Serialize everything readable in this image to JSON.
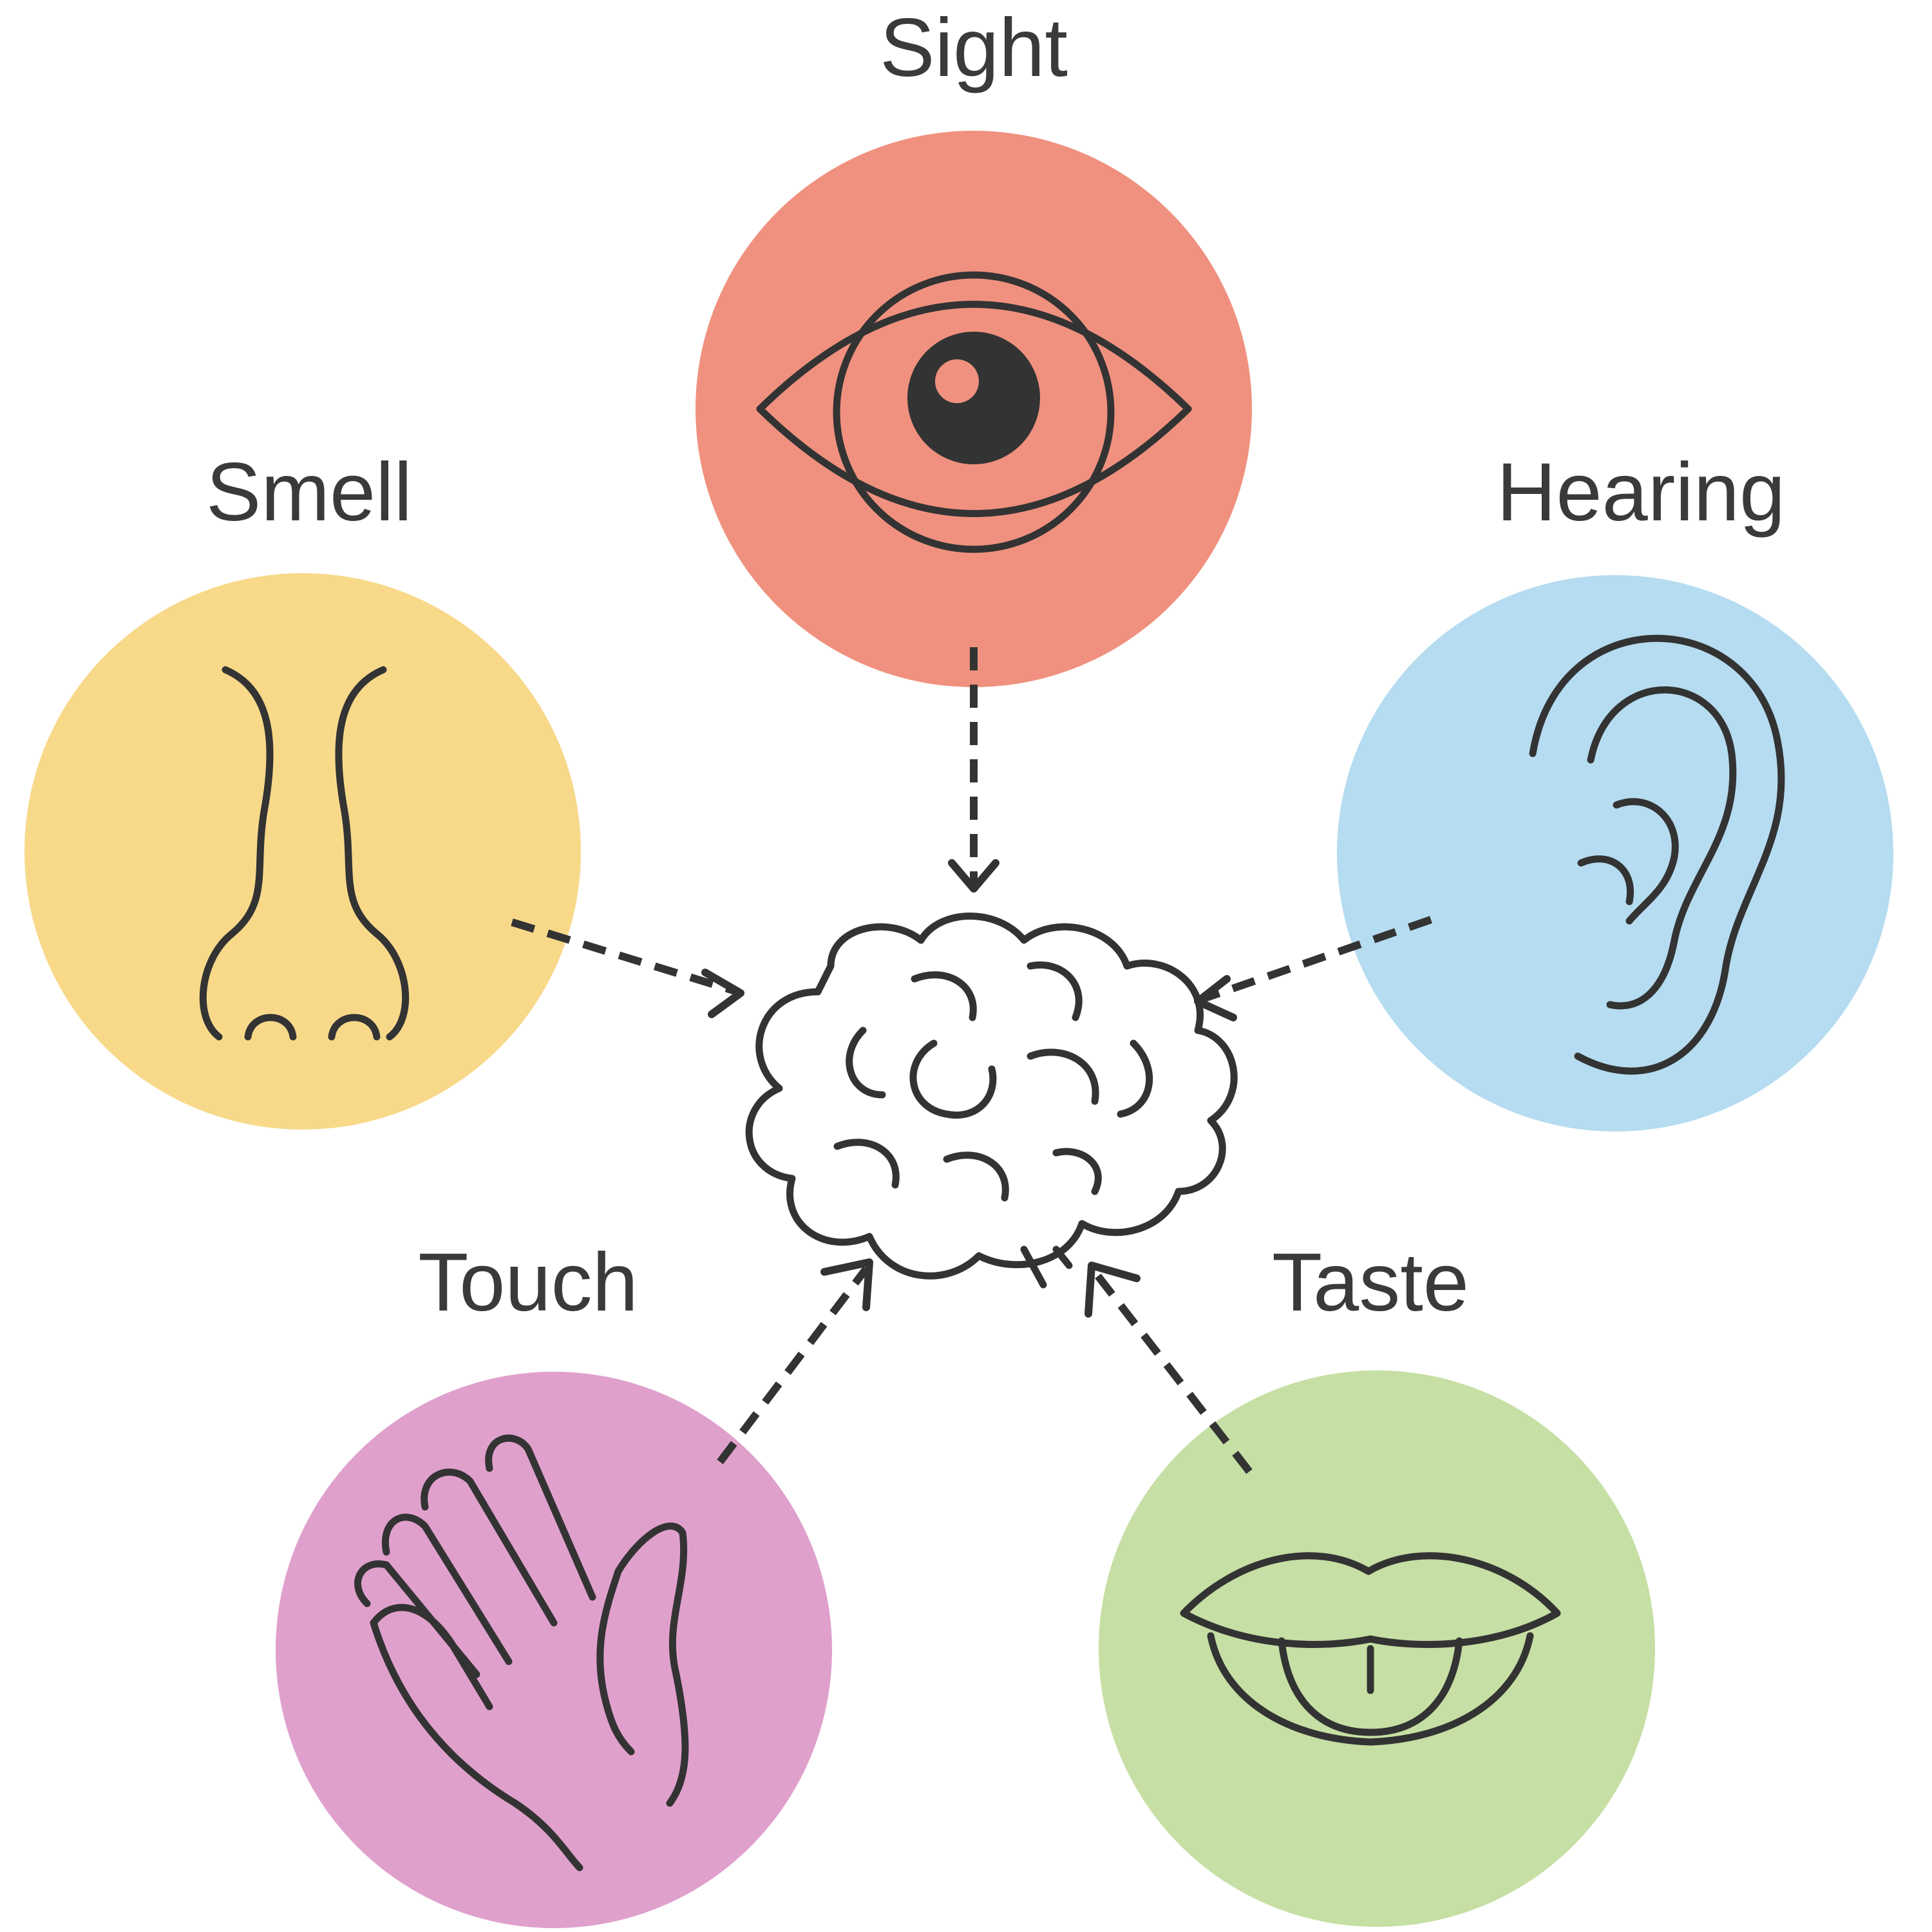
{
  "senses": [
    {
      "key": "sight",
      "label": "Sight",
      "icon": "eye-icon",
      "color": "#F0917F"
    },
    {
      "key": "hearing",
      "label": "Hearing",
      "icon": "ear-icon",
      "color": "#B5DCF0"
    },
    {
      "key": "taste",
      "label": "Taste",
      "icon": "mouth-icon",
      "color": "#C6DFA4"
    },
    {
      "key": "touch",
      "label": "Touch",
      "icon": "hand-icon",
      "color": "#E0A0CC"
    },
    {
      "key": "smell",
      "label": "Smell",
      "icon": "nose-icon",
      "color": "#F8D98A"
    }
  ],
  "center": {
    "icon": "brain-icon",
    "color": "#333333"
  },
  "arrow_color": "#333333"
}
